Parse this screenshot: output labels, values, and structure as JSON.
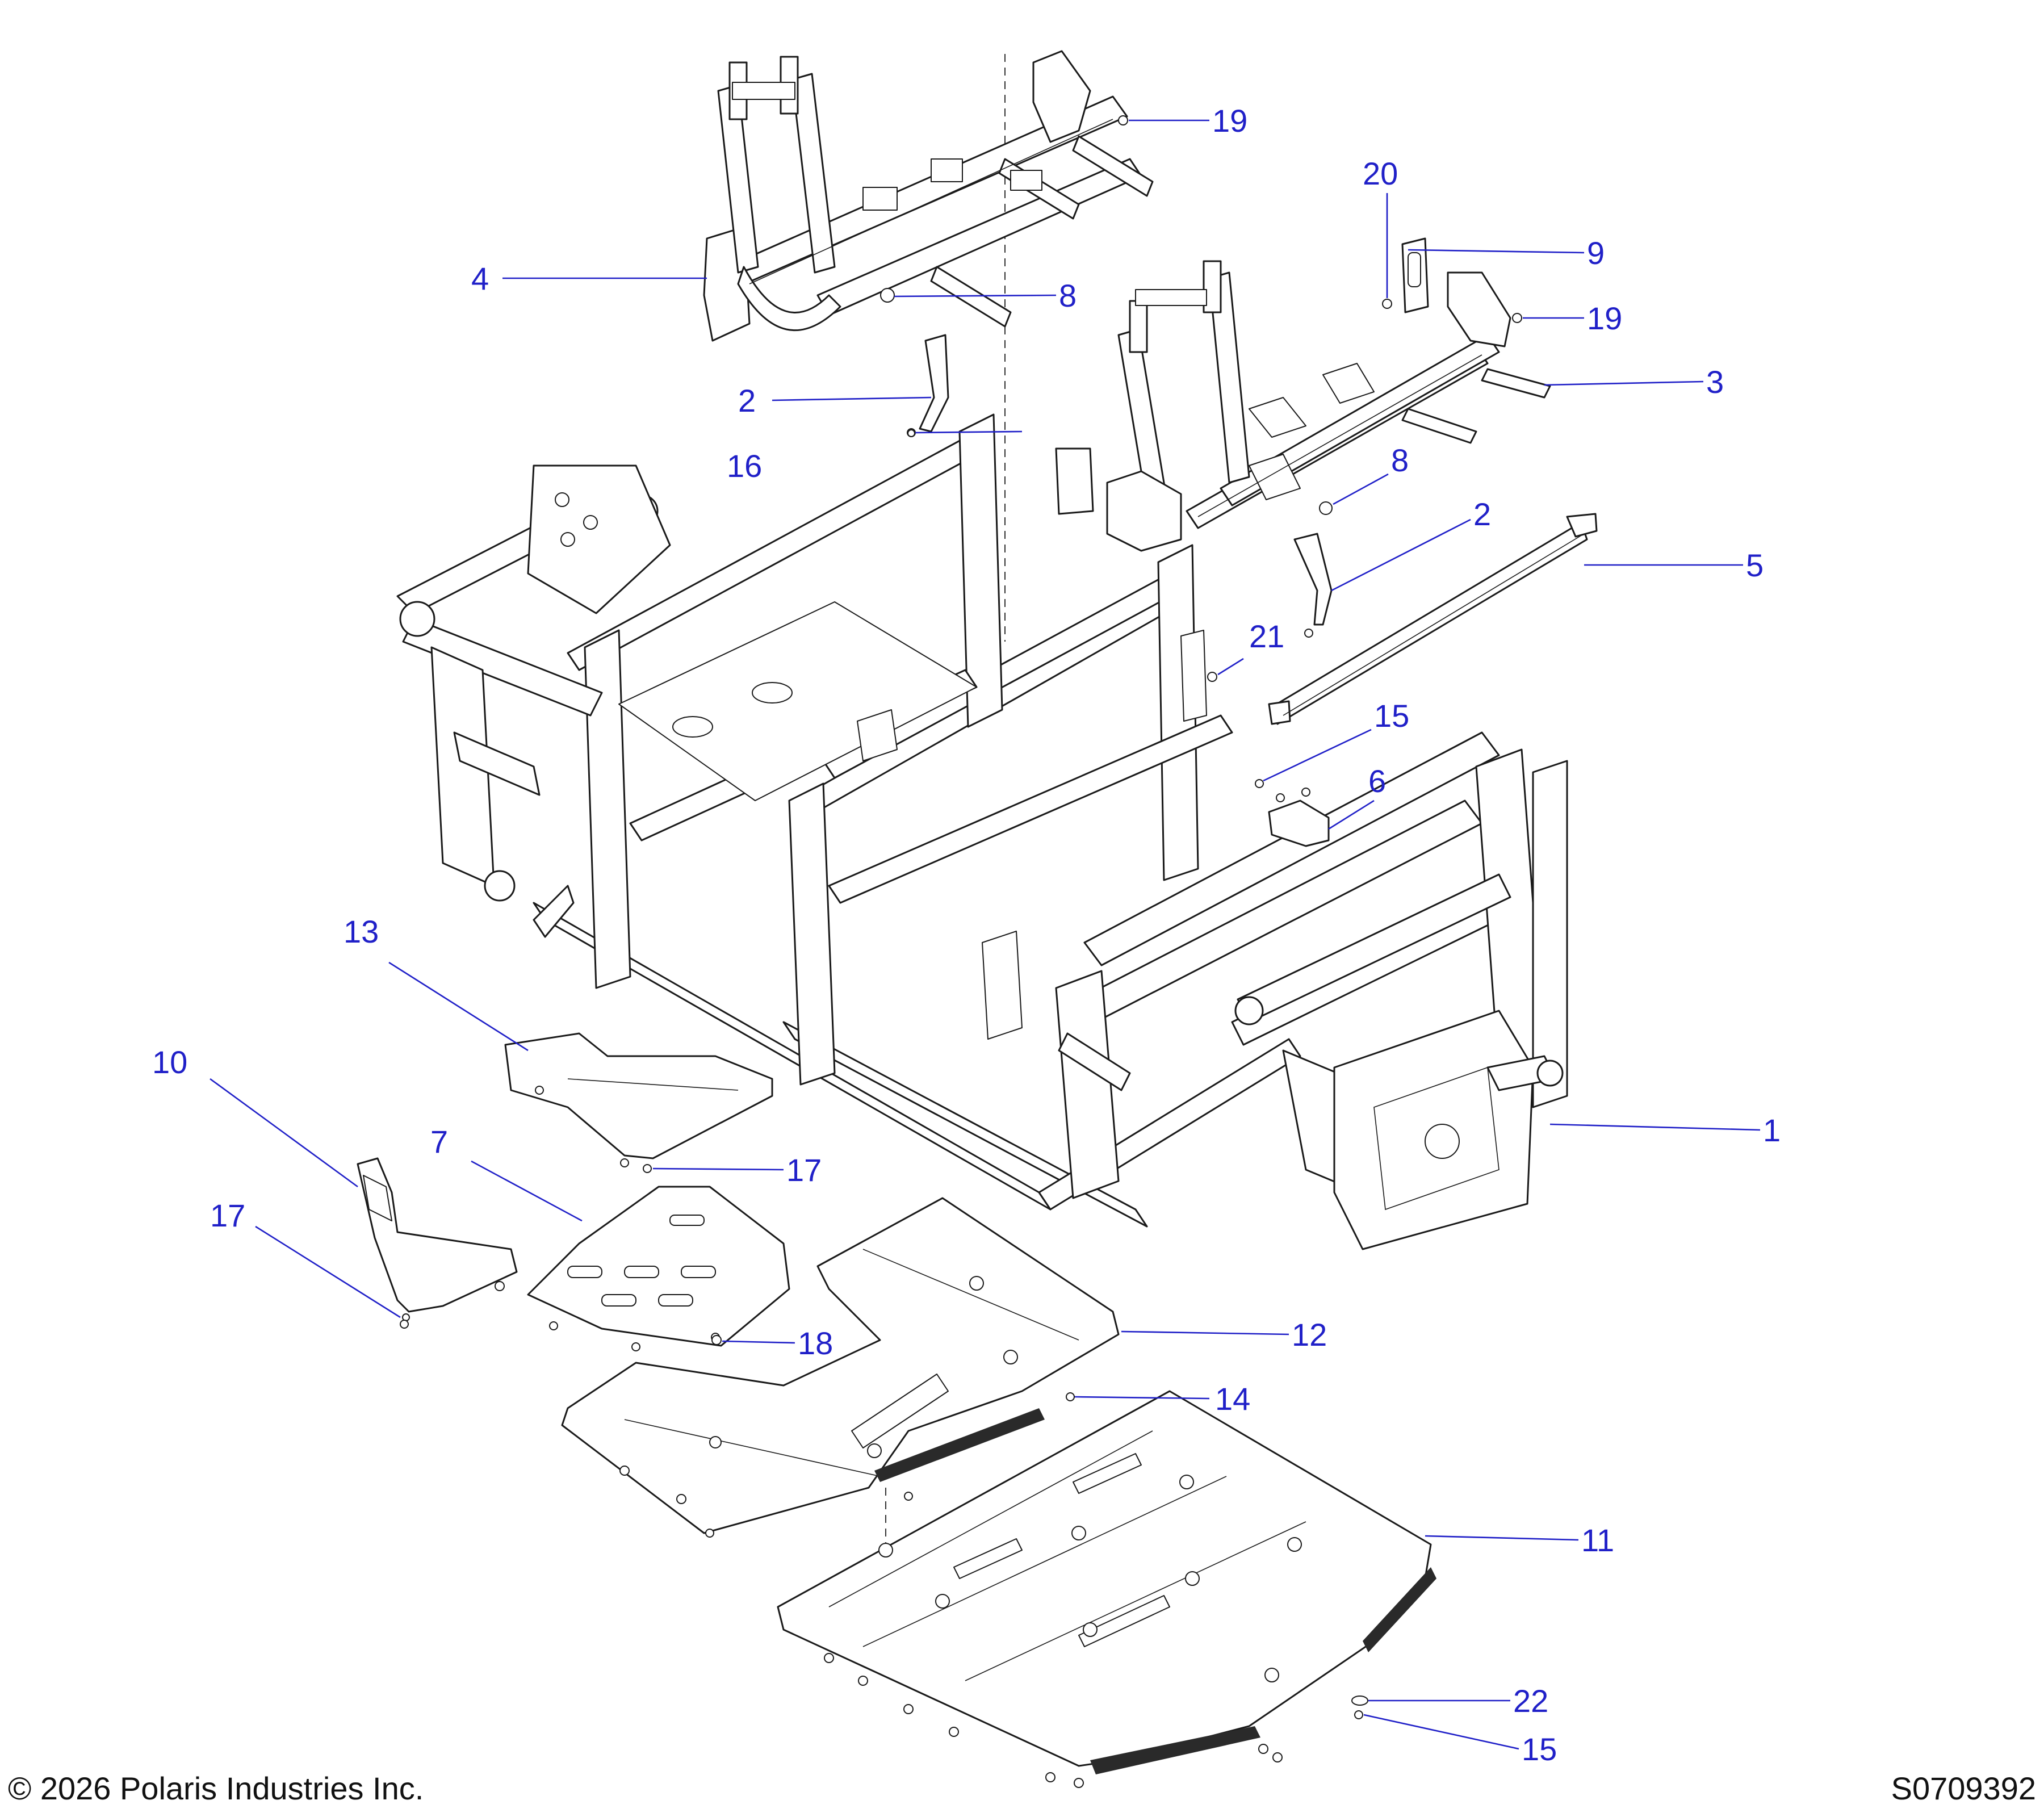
{
  "footer": {
    "copyright": "© 2026 Polaris Industries Inc.",
    "drawing_number": "S0709392"
  },
  "callouts": [
    {
      "id": "c1",
      "label": "1"
    },
    {
      "id": "c2a",
      "label": "2"
    },
    {
      "id": "c2b",
      "label": "2"
    },
    {
      "id": "c3",
      "label": "3"
    },
    {
      "id": "c4",
      "label": "4"
    },
    {
      "id": "c5",
      "label": "5"
    },
    {
      "id": "c6",
      "label": "6"
    },
    {
      "id": "c7",
      "label": "7"
    },
    {
      "id": "c8a",
      "label": "8"
    },
    {
      "id": "c8b",
      "label": "8"
    },
    {
      "id": "c9",
      "label": "9"
    },
    {
      "id": "c10",
      "label": "10"
    },
    {
      "id": "c11",
      "label": "11"
    },
    {
      "id": "c12",
      "label": "12"
    },
    {
      "id": "c13",
      "label": "13"
    },
    {
      "id": "c14",
      "label": "14"
    },
    {
      "id": "c15a",
      "label": "15"
    },
    {
      "id": "c15b",
      "label": "15"
    },
    {
      "id": "c16",
      "label": "16"
    },
    {
      "id": "c17a",
      "label": "17"
    },
    {
      "id": "c17b",
      "label": "17"
    },
    {
      "id": "c18",
      "label": "18"
    },
    {
      "id": "c19a",
      "label": "19"
    },
    {
      "id": "c19b",
      "label": "19"
    },
    {
      "id": "c20",
      "label": "20"
    },
    {
      "id": "c21",
      "label": "21"
    },
    {
      "id": "c22",
      "label": "22"
    }
  ],
  "colors": {
    "callout": "#2020c8",
    "linework": "#1a1a1a",
    "background": "#ffffff"
  }
}
